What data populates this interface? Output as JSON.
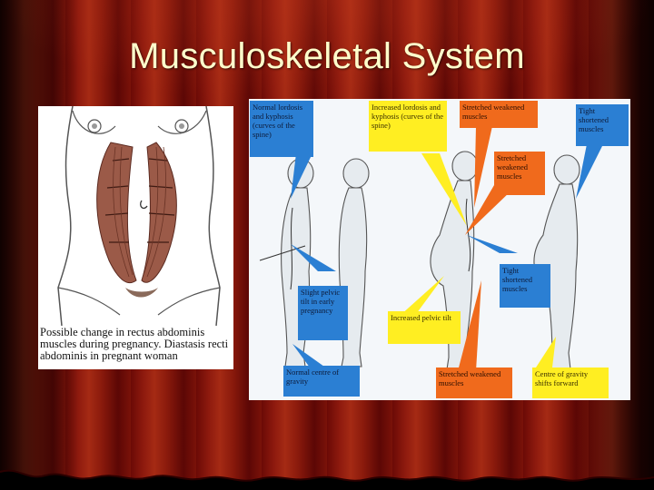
{
  "slide": {
    "title": "Musculoskeletal System"
  },
  "left_figure": {
    "caption": "Possible change in rectus abdominis muscles during pregnancy. Diastasis recti abdominis in pregnant woman"
  },
  "right_figure": {
    "callouts": {
      "normal_lordosis": "Normal lordosis and kyphosis (curves of the spine)",
      "increased_lordosis": "Increased lordosis and kyphosis (curves of the spine)",
      "stretched_top": "Stretched weakened muscles",
      "tight_top": "Tight shortened muscles",
      "stretched_mid": "Stretched weakened muscles",
      "slight_tilt": "Slight pelvic tilt in early pregnancy",
      "tight_mid": "Tight shortened muscles",
      "increased_tilt": "Increased pelvic tilt",
      "normal_gravity": "Normal centre of gravity",
      "stretched_bottom": "Stretched weakened muscles",
      "gravity_forward": "Centre of gravity shifts forward"
    },
    "colors": {
      "blue": "#2b7fd3",
      "yellow": "#ffee22",
      "orange": "#f06a1c"
    }
  }
}
